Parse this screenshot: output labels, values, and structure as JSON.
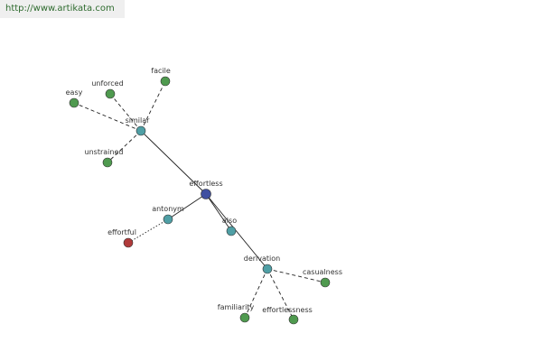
{
  "header": {
    "url": "http://www.artikata.com"
  },
  "graph": {
    "colors": {
      "center": "#3f4fa0",
      "relation": "#4f9fa5",
      "word": "#4f9a4f",
      "antonym_word": "#b03a3a",
      "edge": "#222222",
      "node_stroke": "#333333"
    },
    "nodes": [
      {
        "id": "effortless",
        "label": "effortless",
        "kind": "center"
      },
      {
        "id": "similar",
        "label": "similar",
        "kind": "relation"
      },
      {
        "id": "antonym",
        "label": "antonym",
        "kind": "relation"
      },
      {
        "id": "also",
        "label": "also",
        "kind": "relation"
      },
      {
        "id": "derivation",
        "label": "derivation",
        "kind": "relation"
      },
      {
        "id": "facile",
        "label": "facile",
        "kind": "word"
      },
      {
        "id": "unforced",
        "label": "unforced",
        "kind": "word"
      },
      {
        "id": "easy",
        "label": "easy",
        "kind": "word"
      },
      {
        "id": "unstrained",
        "label": "unstrained",
        "kind": "word"
      },
      {
        "id": "effortful",
        "label": "effortful",
        "kind": "antonym_word"
      },
      {
        "id": "casualness",
        "label": "casualness",
        "kind": "word"
      },
      {
        "id": "familiarity",
        "label": "familiarity",
        "kind": "word"
      },
      {
        "id": "effortlessness",
        "label": "effortlessness",
        "kind": "word"
      }
    ],
    "edges": [
      {
        "from": "effortless",
        "to": "similar",
        "style": "solid"
      },
      {
        "from": "effortless",
        "to": "antonym",
        "style": "solid"
      },
      {
        "from": "effortless",
        "to": "also",
        "style": "solid"
      },
      {
        "from": "effortless",
        "to": "derivation",
        "style": "solid"
      },
      {
        "from": "similar",
        "to": "facile",
        "style": "dashed"
      },
      {
        "from": "similar",
        "to": "unforced",
        "style": "dashed"
      },
      {
        "from": "similar",
        "to": "easy",
        "style": "dashed"
      },
      {
        "from": "similar",
        "to": "unstrained",
        "style": "dashed"
      },
      {
        "from": "antonym",
        "to": "effortful",
        "style": "dotted"
      },
      {
        "from": "derivation",
        "to": "casualness",
        "style": "dashed"
      },
      {
        "from": "derivation",
        "to": "familiarity",
        "style": "dashed"
      },
      {
        "from": "derivation",
        "to": "effortlessness",
        "style": "dashed"
      }
    ]
  }
}
